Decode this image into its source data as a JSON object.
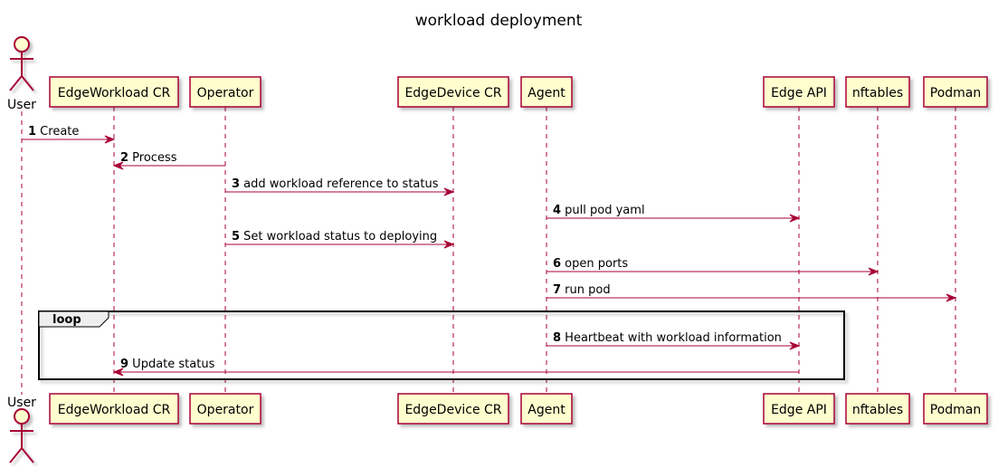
{
  "title": "workload deployment",
  "participants": [
    {
      "id": "user",
      "label": "User",
      "kind": "actor"
    },
    {
      "id": "edgeworkload",
      "label": "EdgeWorkload CR",
      "kind": "participant"
    },
    {
      "id": "operator",
      "label": "Operator",
      "kind": "participant"
    },
    {
      "id": "edgedevice",
      "label": "EdgeDevice CR",
      "kind": "participant"
    },
    {
      "id": "agent",
      "label": "Agent",
      "kind": "participant"
    },
    {
      "id": "edgeapi",
      "label": "Edge API",
      "kind": "participant"
    },
    {
      "id": "nftables",
      "label": "nftables",
      "kind": "participant"
    },
    {
      "id": "podman",
      "label": "Podman",
      "kind": "participant"
    }
  ],
  "messages": [
    {
      "num": "1",
      "text": "Create",
      "from": "user",
      "to": "edgeworkload"
    },
    {
      "num": "2",
      "text": "Process",
      "from": "operator",
      "to": "edgeworkload"
    },
    {
      "num": "3",
      "text": "add workload reference to status",
      "from": "operator",
      "to": "edgedevice"
    },
    {
      "num": "4",
      "text": "pull pod yaml",
      "from": "agent",
      "to": "edgeapi"
    },
    {
      "num": "5",
      "text": "Set workload status to deploying",
      "from": "operator",
      "to": "edgedevice"
    },
    {
      "num": "6",
      "text": "open ports",
      "from": "agent",
      "to": "nftables"
    },
    {
      "num": "7",
      "text": "run pod",
      "from": "agent",
      "to": "podman"
    },
    {
      "num": "8",
      "text": "Heartbeat with workload information",
      "from": "agent",
      "to": "edgeapi"
    },
    {
      "num": "9",
      "text": "Update status",
      "from": "edgeapi",
      "to": "edgeworkload"
    }
  ],
  "loop": {
    "label": "loop",
    "first_message": "8",
    "last_message": "9"
  },
  "colors": {
    "participant_fill": "#FEFECE",
    "participant_border": "#A80036",
    "arrow": "#A80036",
    "lifeline": "#A80036",
    "loop_border": "#000000",
    "loop_tab_fill": "#EEEEEE"
  }
}
